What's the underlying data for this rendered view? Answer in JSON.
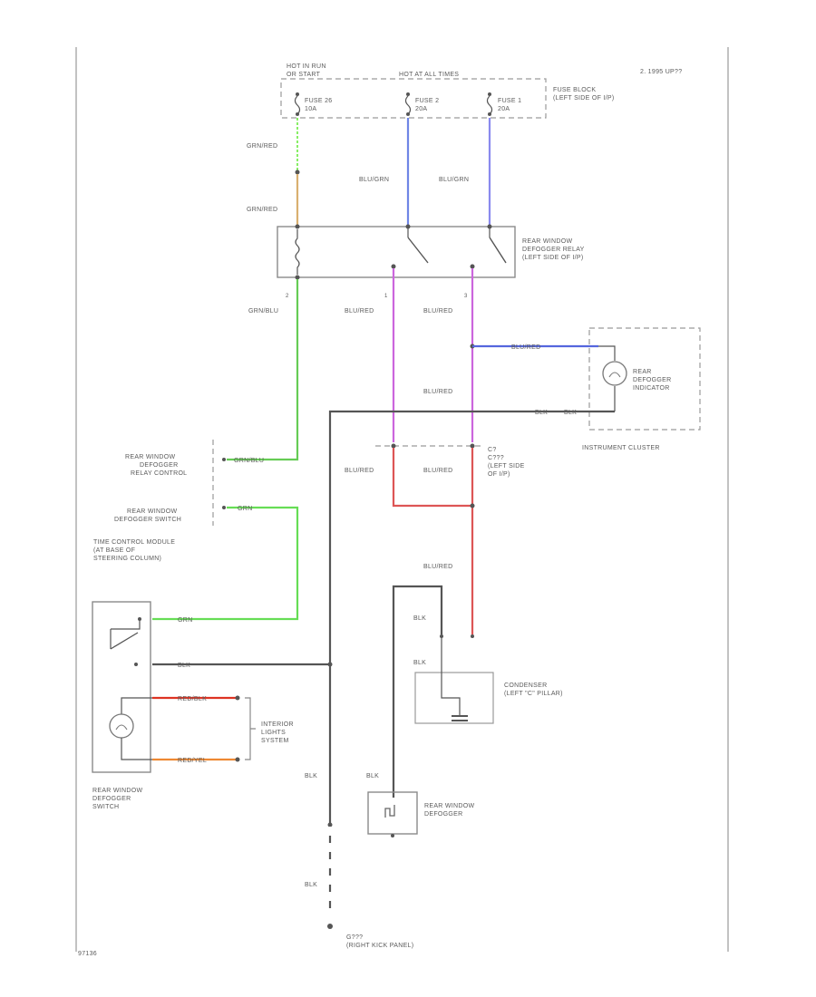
{
  "labels": {
    "hot_in_run": "HOT IN RUN",
    "hot_in_run_2": "OR START",
    "hot_at_all_times": "HOT AT ALL TIMES",
    "model_note": "2. 1995 UP??",
    "fuse26": "FUSE 26",
    "fuse26_amp": "10A",
    "fuse2": "FUSE 2",
    "fuse2_amp": "20A",
    "fuse1": "FUSE 1",
    "fuse1_amp": "20A",
    "fuse_block": "FUSE BLOCK",
    "fuse_block_2": "(LEFT SIDE OF I/P)",
    "w_grn_red_1": "GRN/RED",
    "w_grn_red_2": "GRN/RED",
    "w_blu_grn_1": "BLU/GRN",
    "w_blu_grn_2": "BLU/GRN",
    "relay": "REAR WINDOW",
    "relay_2": "DEFOGGER RELAY",
    "relay_3": "(LEFT SIDE OF I/P)",
    "pin_2": "2",
    "pin_1": "1",
    "pin_3": "3",
    "w_grn_blu": "GRN/BLU",
    "w_blu_red_1": "BLU/RED",
    "w_blu_red_2": "BLU/RED",
    "w_blu_red_ind": "BLU/RED",
    "w_blu_red_3": "BLU/RED",
    "w_blk_1": "BLK",
    "w_blk_2": "BLK",
    "indicator": "REAR",
    "indicator_2": "DEFOGGER",
    "indicator_3": "INDICATOR",
    "instrument_cluster": "INSTRUMENT CLUSTER",
    "relay_control": "REAR WINDOW",
    "relay_control_2": "DEFOGGER",
    "relay_control_3": "RELAY CONTROL",
    "w_grn_blu_2": "GRN/BLU",
    "defog_switch_in": "REAR WINDOW",
    "defog_switch_in_2": "DEFOGGER SWITCH",
    "w_grn_1": "GRN",
    "tcm": "TIME CONTROL MODULE",
    "tcm_2": "(AT BASE OF",
    "tcm_3": "STEERING COLUMN)",
    "conn": "C?",
    "conn_2": "C???",
    "conn_3": "(LEFT SIDE",
    "conn_4": "OF I/P)",
    "w_blu_red_4": "BLU/RED",
    "w_blu_red_5": "BLU/RED",
    "w_blu_red_6": "BLU/RED",
    "w_grn_2": "GRN",
    "w_blk_3": "BLK",
    "w_red_blk": "RED/BLK",
    "w_red_yel": "RED/YEL",
    "interior": "INTERIOR",
    "interior_2": "LIGHTS",
    "interior_3": "SYSTEM",
    "blk_a": "BLK",
    "blk_b": "BLK",
    "blk_c": "BLK",
    "blk_d": "BLK",
    "condenser": "CONDENSER",
    "condenser_2": "(LEFT \"C\" PILLAR)",
    "switch_name": "REAR WINDOW",
    "switch_name_2": "DEFOGGER",
    "switch_name_3": "SWITCH",
    "defogger": "REAR WINDOW",
    "defogger_2": "DEFOGGER",
    "ground": "G???",
    "ground_2": "(RIGHT KICK PANEL)",
    "footer_code": "97136"
  },
  "colors": {
    "grn": "#66dd55",
    "grn_red": "#d9b070",
    "blu": "#6f86e6",
    "blu_grn": "#8a8aee",
    "blu_red": "#cc66dd",
    "red": "#dd5555",
    "red_blk": "#dd3322",
    "red_yel": "#ee8833",
    "blk": "#555555",
    "dark_blue": "#5566dd"
  }
}
